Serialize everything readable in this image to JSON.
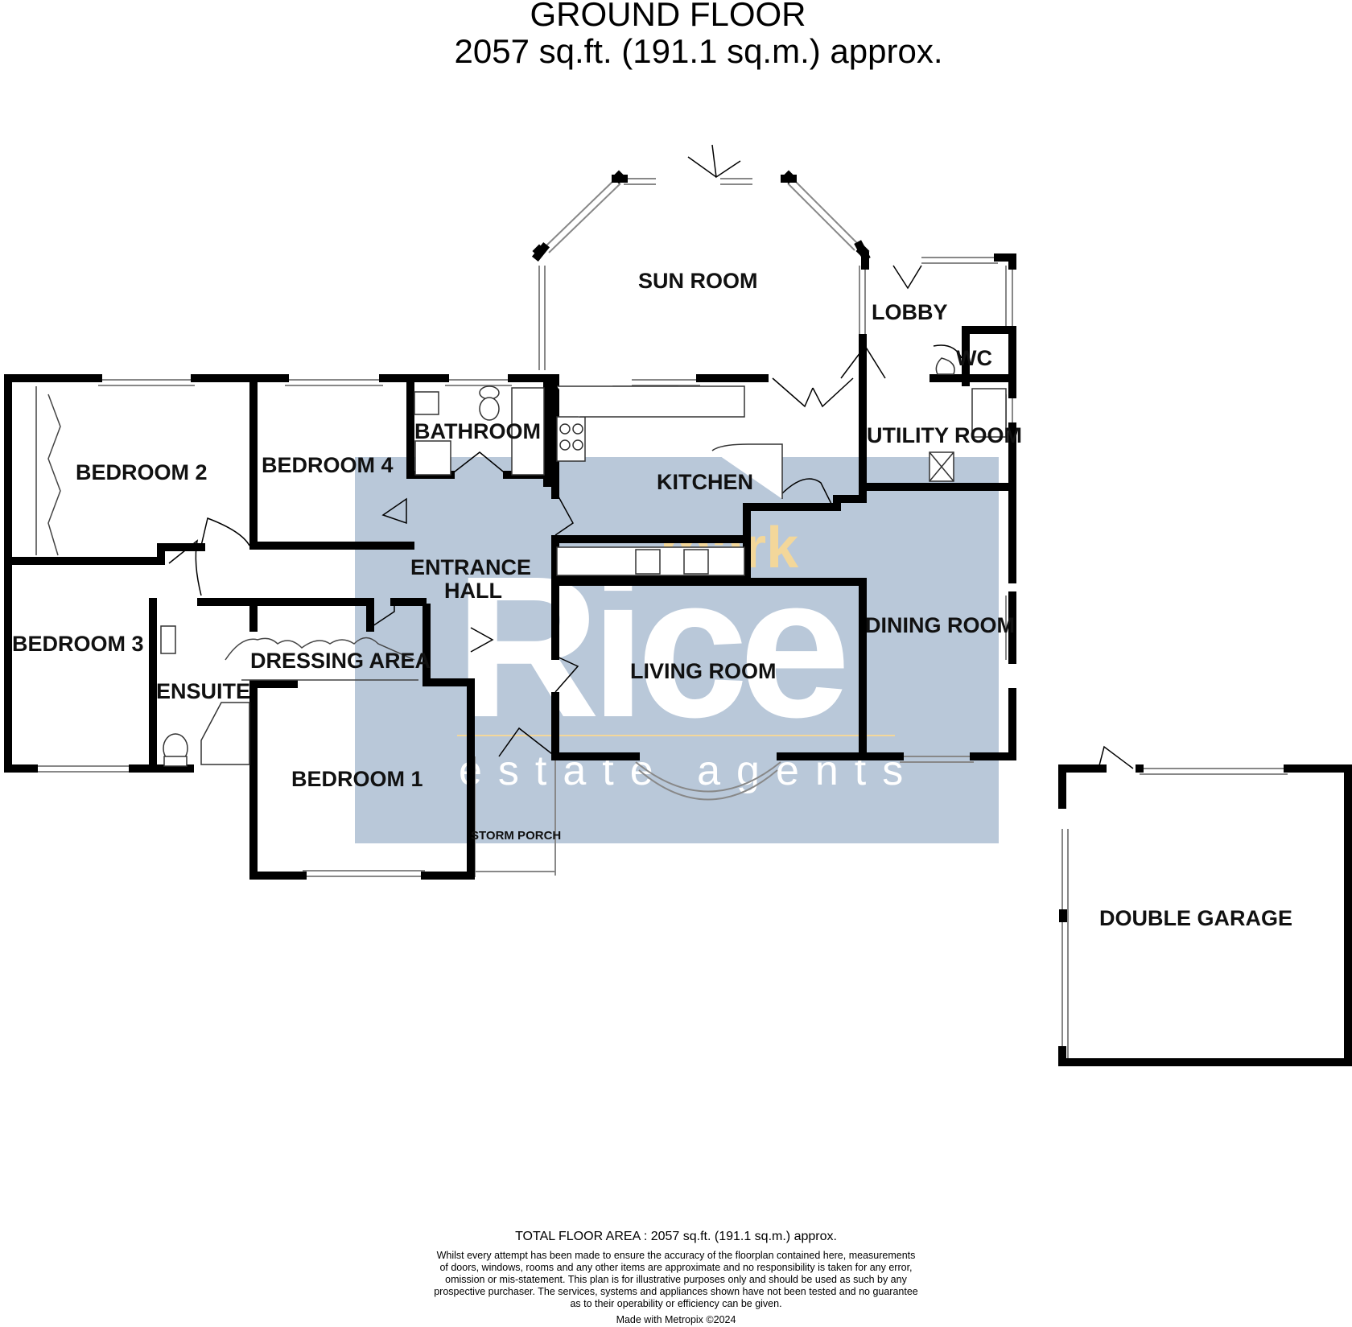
{
  "header": {
    "title": "GROUND FLOOR",
    "subtitle": "2057 sq.ft. (191.1 sq.m.) approx."
  },
  "watermark": {
    "brand_top": "mark",
    "brand_main": "Rice",
    "brand_bottom": "estate agents",
    "panel_color": "#b9c8d9",
    "accent_color": "#f3d79a"
  },
  "rooms": {
    "sun_room": "SUN ROOM",
    "lobby": "LOBBY",
    "wc": "WC",
    "bedroom_2": "BEDROOM 2",
    "bedroom_4": "BEDROOM 4",
    "bathroom": "BATHROOM",
    "kitchen": "KITCHEN",
    "utility_room": "UTILITY ROOM",
    "entrance_hall_1": "ENTRANCE",
    "entrance_hall_2": "HALL",
    "bedroom_3": "BEDROOM 3",
    "dressing_area": "DRESSING AREA",
    "ensuite": "ENSUITE",
    "dining_room": "DINING ROOM",
    "living_room": "LIVING ROOM",
    "bedroom_1": "BEDROOM 1",
    "storm_porch": "STORM PORCH",
    "double_garage": "DOUBLE GARAGE"
  },
  "footer": {
    "total": "TOTAL FLOOR AREA : 2057 sq.ft. (191.1 sq.m.) approx.",
    "disclaimer_lines": [
      "Whilst every attempt has been made to ensure the accuracy of the floorplan contained here, measurements",
      "of doors, windows, rooms and any other items are approximate and no responsibility is taken for any error,",
      "omission or mis-statement. This plan is for illustrative purposes only and should be used as such by any",
      "prospective purchaser. The services, systems and appliances shown have not been tested and no guarantee",
      "as to their operability or efficiency can be given."
    ],
    "credit": "Made with Metropix ©2024"
  }
}
